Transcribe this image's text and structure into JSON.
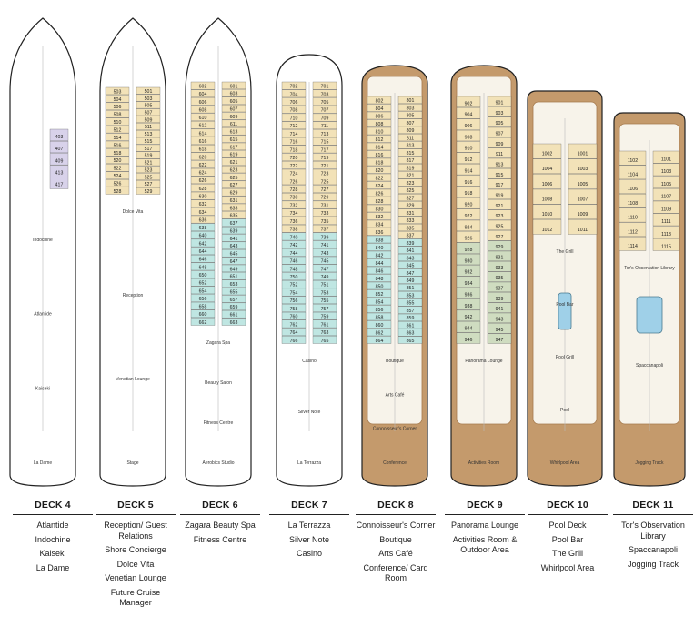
{
  "colors": {
    "hull_outline": "#222222",
    "white_deck": "#ffffff",
    "wood": "#c49a6c",
    "wood_dark": "#a57a4e",
    "suite_tan": "#f2e2b8",
    "suite_teal": "#bfe6e2",
    "suite_salmon": "#f4c7b3",
    "suite_lilac": "#d8d2ea",
    "suite_green": "#cfdcc0",
    "pool_blue": "#9fd0e8",
    "grey": "#9a9a9a"
  },
  "decks": [
    {
      "name": "DECK 4",
      "theme": "white",
      "bow": "tall",
      "venues": [
        "Atlantide",
        "Indochine",
        "Kaiseki",
        "La Dame"
      ],
      "plan_labels": [
        "Indochine",
        "Atlantide",
        "Kaiseki",
        "La Dame"
      ],
      "suites_left": [],
      "suites_right": [
        "403",
        "407",
        "409",
        "413",
        "417"
      ]
    },
    {
      "name": "DECK 5",
      "theme": "white",
      "bow": "tall",
      "venues": [
        "Reception/ Guest Relations",
        "Shore Concierge",
        "Dolce Vita",
        "Venetian Lounge",
        "Future Cruise Manager"
      ],
      "plan_labels": [
        "Dolce Vita",
        "Reception",
        "Venetian Lounge",
        "Stage"
      ],
      "suites_left": [
        "503",
        "504",
        "506",
        "508",
        "510",
        "512",
        "514",
        "516",
        "518",
        "520",
        "522",
        "524",
        "526",
        "528"
      ],
      "suites_right": [
        "501",
        "503",
        "505",
        "507",
        "509",
        "511",
        "513",
        "515",
        "517",
        "519",
        "521",
        "523",
        "525",
        "527",
        "529"
      ]
    },
    {
      "name": "DECK 6",
      "theme": "white",
      "bow": "tall",
      "venues": [
        "Zagara Beauty Spa",
        "Fitness Centre"
      ],
      "plan_labels": [
        "Zagara Spa",
        "Beauty Salon",
        "Fitness Centre",
        "Aerobics Studio"
      ],
      "suites_left": [
        "602",
        "604",
        "606",
        "608",
        "610",
        "612",
        "614",
        "616",
        "618",
        "620",
        "622",
        "624",
        "626",
        "628",
        "630",
        "632",
        "634",
        "636",
        "638",
        "640",
        "642",
        "644",
        "646",
        "648",
        "650",
        "652",
        "654",
        "656",
        "658",
        "660",
        "662"
      ],
      "suites_right": [
        "601",
        "603",
        "605",
        "607",
        "609",
        "611",
        "613",
        "615",
        "617",
        "619",
        "621",
        "623",
        "625",
        "627",
        "629",
        "631",
        "633",
        "635",
        "637",
        "639",
        "641",
        "643",
        "645",
        "647",
        "649",
        "651",
        "653",
        "655",
        "657",
        "659",
        "661",
        "663"
      ]
    },
    {
      "name": "DECK 7",
      "theme": "white",
      "bow": "short",
      "venues": [
        "La Terrazza",
        "Silver Note",
        "Casino"
      ],
      "plan_labels": [
        "Casino",
        "Silver Note",
        "La Terrazza"
      ],
      "suites_left": [
        "702",
        "704",
        "706",
        "708",
        "710",
        "712",
        "714",
        "716",
        "718",
        "720",
        "722",
        "724",
        "726",
        "728",
        "730",
        "732",
        "734",
        "736",
        "738",
        "740",
        "742",
        "744",
        "746",
        "748",
        "750",
        "752",
        "754",
        "756",
        "758",
        "760",
        "762",
        "764",
        "766"
      ],
      "suites_right": [
        "701",
        "703",
        "705",
        "707",
        "709",
        "711",
        "713",
        "715",
        "717",
        "719",
        "721",
        "723",
        "725",
        "727",
        "729",
        "731",
        "733",
        "735",
        "737",
        "739",
        "741",
        "743",
        "745",
        "747",
        "749",
        "751",
        "753",
        "755",
        "757",
        "759",
        "761",
        "763",
        "765"
      ]
    },
    {
      "name": "DECK 8",
      "theme": "wood",
      "bow": "round",
      "venues": [
        "Connoisseur's Corner",
        "Boutique",
        "Arts Café",
        "Conference/ Card Room"
      ],
      "plan_labels": [
        "Boutique",
        "Arts Café",
        "Connoisseur's Corner",
        "Conference"
      ],
      "suites_left": [
        "802",
        "804",
        "806",
        "808",
        "810",
        "812",
        "814",
        "816",
        "818",
        "820",
        "822",
        "824",
        "826",
        "828",
        "830",
        "832",
        "834",
        "836",
        "838",
        "840",
        "842",
        "844",
        "846",
        "848",
        "850",
        "852",
        "854",
        "856",
        "858",
        "860",
        "862",
        "864"
      ],
      "suites_right": [
        "801",
        "803",
        "805",
        "807",
        "809",
        "811",
        "813",
        "815",
        "817",
        "819",
        "821",
        "823",
        "825",
        "827",
        "829",
        "831",
        "833",
        "835",
        "837",
        "839",
        "841",
        "843",
        "845",
        "847",
        "849",
        "851",
        "853",
        "855",
        "857",
        "859",
        "861",
        "863",
        "865"
      ]
    },
    {
      "name": "DECK 9",
      "theme": "wood",
      "bow": "round",
      "venues": [
        "Panorama Lounge",
        "Activities Room & Outdoor Area"
      ],
      "plan_labels": [
        "Panorama Lounge",
        "Activities Room"
      ],
      "suites_left": [
        "902",
        "904",
        "906",
        "908",
        "910",
        "912",
        "914",
        "916",
        "918",
        "920",
        "922",
        "924",
        "926",
        "928",
        "930",
        "932",
        "934",
        "936",
        "938",
        "942",
        "944",
        "946"
      ],
      "suites_right": [
        "901",
        "903",
        "905",
        "907",
        "909",
        "911",
        "913",
        "915",
        "917",
        "919",
        "921",
        "923",
        "925",
        "927",
        "929",
        "931",
        "933",
        "935",
        "937",
        "939",
        "941",
        "943",
        "945",
        "947"
      ]
    },
    {
      "name": "DECK 10",
      "theme": "wood",
      "bow": "flat",
      "venues": [
        "Pool Deck",
        "Pool Bar",
        "The Grill",
        "Whirlpool Area"
      ],
      "plan_labels": [
        "The Grill",
        "Pool Bar",
        "Pool Grill",
        "Pool",
        "Whirlpool Area"
      ],
      "suites_left": [
        "1002",
        "1004",
        "1006",
        "1008",
        "1010",
        "1012"
      ],
      "suites_right": [
        "1001",
        "1003",
        "1005",
        "1007",
        "1009",
        "1011"
      ]
    },
    {
      "name": "DECK 11",
      "theme": "wood",
      "bow": "flat",
      "venues": [
        "Tor's Observation Library",
        "Spaccanapoli",
        "Jogging Track"
      ],
      "plan_labels": [
        "Tor's Observation Library",
        "Spaccanapoli",
        "Jogging Track"
      ],
      "suites_left": [
        "1102",
        "1104",
        "1106",
        "1108",
        "1110",
        "1112",
        "1114"
      ],
      "suites_right": [
        "1101",
        "1103",
        "1105",
        "1107",
        "1109",
        "1111",
        "1113",
        "1115"
      ]
    }
  ]
}
